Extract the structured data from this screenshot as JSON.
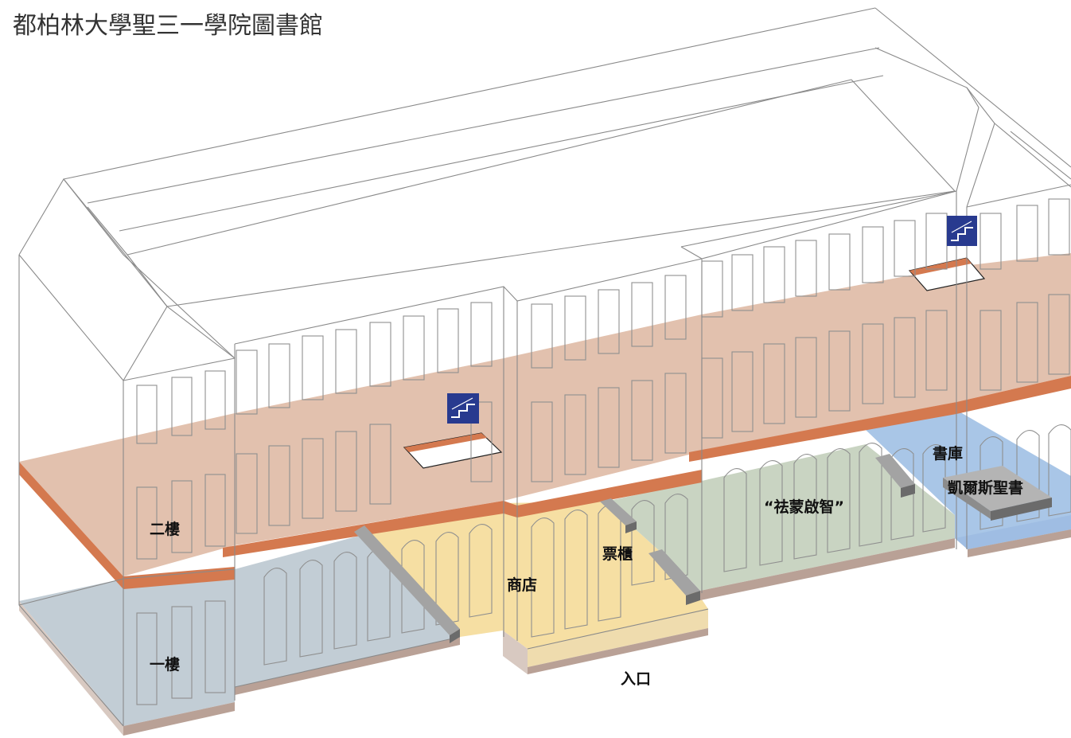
{
  "title": "都柏林大學聖三一學院圖書館",
  "labels": {
    "second_floor": "二樓",
    "first_floor": "一樓",
    "shop": "商店",
    "ticket_counter": "票櫃",
    "entrance": "入口",
    "enlightenment": "“祛蒙啟智”",
    "treasury": "書庫",
    "book_of_kells": "凱爾斯聖書"
  },
  "colors": {
    "upper_floor": "#e2c1ae",
    "floor_edge": "#d4794f",
    "ground_grey": "#c2cdd5",
    "shop_yellow": "#f6dfa3",
    "exhibit_green": "#c9d4c2",
    "treasury_blue": "#a9c6e7",
    "stair_icon": "#283a8f"
  },
  "icons": [
    "stairs-icon",
    "stairs-icon"
  ]
}
